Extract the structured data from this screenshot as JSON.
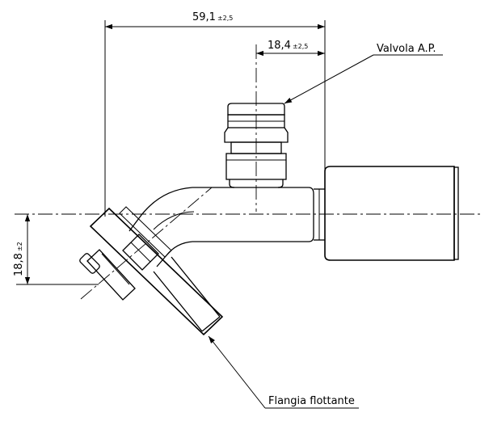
{
  "dimensions": {
    "overall_length": {
      "value": "59,1",
      "tolerance": "±2,5"
    },
    "valve_offset": {
      "value": "18,4",
      "tolerance": "±2,5"
    },
    "flange_height": {
      "value": "18,8",
      "tolerance": "±2"
    }
  },
  "callouts": {
    "valve": "Valvola A.P.",
    "flange": "Flangia flottante"
  }
}
